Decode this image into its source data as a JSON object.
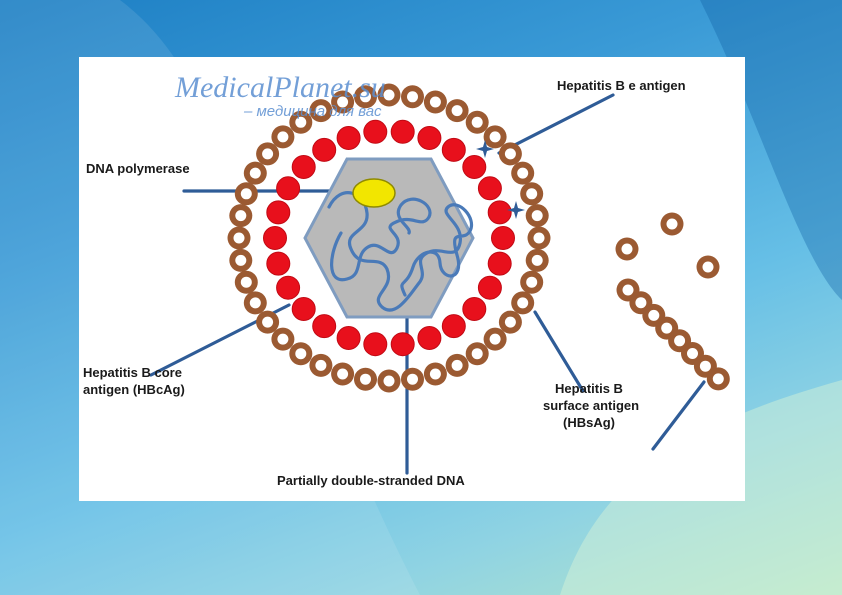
{
  "watermark": {
    "brand": "MedicalPlanet.su",
    "tagline": "– медицина для вас"
  },
  "labels": {
    "e_antigen": "Hepatitis B e antigen",
    "dna_polymerase": "DNA polymerase",
    "core_antigen_line1": "Hepatitis B core",
    "core_antigen_line2": "antigen (HBcAg)",
    "surface_antigen_line1": "Hepatitis B",
    "surface_antigen_line2": "surface antigen",
    "surface_antigen_line3": "(HBsAg)",
    "dna": "Partially double-stranded DNA"
  },
  "colors": {
    "surface_particle": "#9b5a32",
    "core_particle": "#e8101c",
    "capsid": "#b9b9b9",
    "capsid_edge": "#7f9cc0",
    "polymerase": "#f2e600",
    "dna_strand": "#4a7ab8",
    "pointer": "#2f5c97"
  }
}
